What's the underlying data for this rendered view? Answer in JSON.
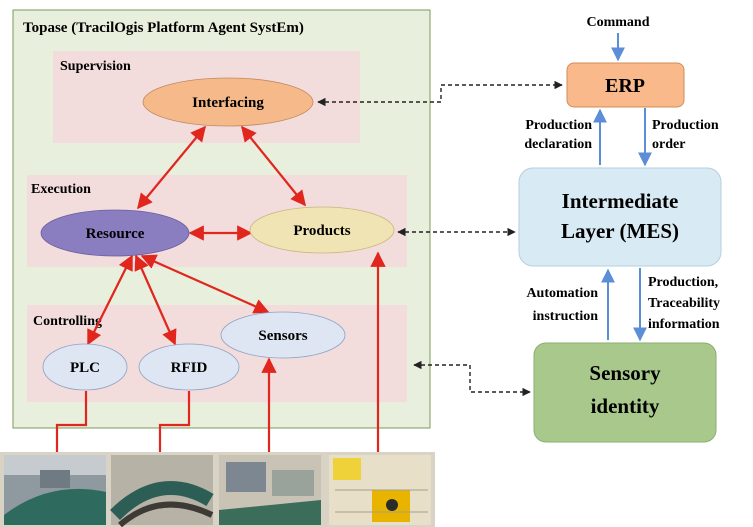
{
  "platform": {
    "title": "Topase (TracilOgis Platform Agent SystEm)",
    "sections": {
      "supervision": "Supervision",
      "execution": "Execution",
      "controlling": "Controlling"
    },
    "nodes": {
      "interfacing": "Interfacing",
      "resource": "Resource",
      "products": "Products",
      "sensors": "Sensors",
      "plc": "PLC",
      "rfid": "RFID"
    }
  },
  "right": {
    "command": "Command",
    "erp": "ERP",
    "mes_line1": "Intermediate",
    "mes_line2": "Layer (MES)",
    "sensory_line1": "Sensory",
    "sensory_line2": "identity",
    "production_declaration_line1": "Production",
    "production_declaration_line2": "declaration",
    "production_order_line1": "Production",
    "production_order_line2": "order",
    "automation_line1": "Automation",
    "automation_line2": "instruction",
    "traceability_line1": "Production,",
    "traceability_line2": "Traceability",
    "traceability_line3": "information"
  },
  "photos": [
    "conveyor-photo",
    "curved-conveyor-photo",
    "assembly-photo",
    "shelf-photo"
  ],
  "colors": {
    "platform_bg": "#e9efdd",
    "section_bg": "#f2dcdc",
    "interfacing": "#f5b98a",
    "resource": "#8a7dc0",
    "products": "#f0e4b4",
    "device": "#dfe6f3",
    "erp": "#f9b98a",
    "mes": "#d8eaf3",
    "sensory": "#a9c98c",
    "red_arrow": "#e0261d",
    "blue_arrow": "#5b8ed6"
  }
}
